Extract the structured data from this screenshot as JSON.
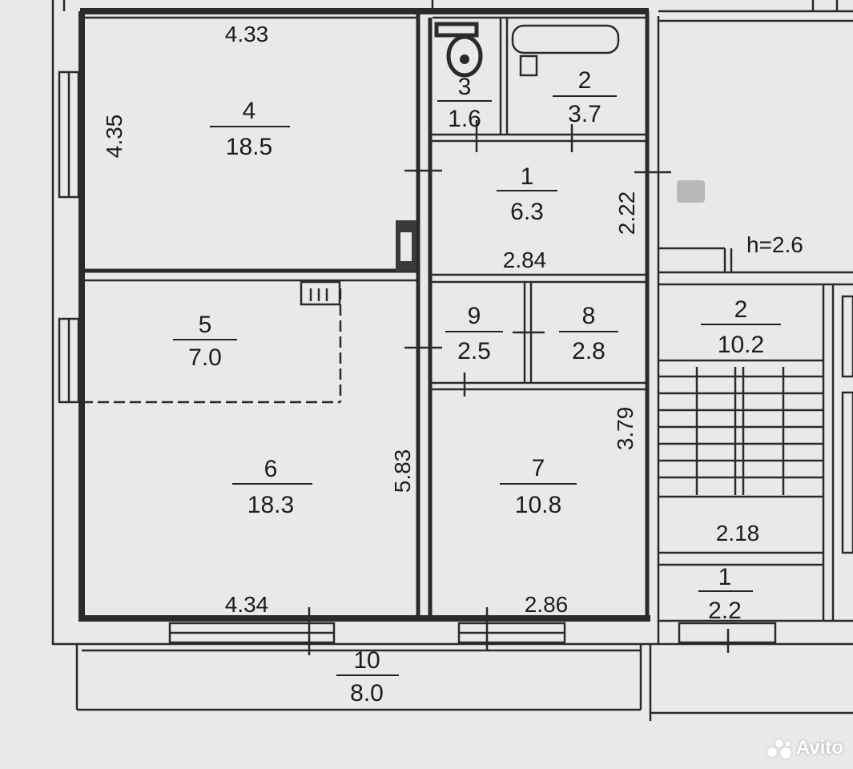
{
  "rooms": [
    {
      "id": "1",
      "number": "1",
      "area": "6.3"
    },
    {
      "id": "2",
      "number": "2",
      "area": "3.7"
    },
    {
      "id": "3",
      "number": "3",
      "area": "1.6"
    },
    {
      "id": "4",
      "number": "4",
      "area": "18.5"
    },
    {
      "id": "5",
      "number": "5",
      "area": "7.0"
    },
    {
      "id": "6",
      "number": "6",
      "area": "18.3"
    },
    {
      "id": "7",
      "number": "7",
      "area": "10.8"
    },
    {
      "id": "8",
      "number": "8",
      "area": "2.8"
    },
    {
      "id": "9",
      "number": "9",
      "area": "2.5"
    },
    {
      "id": "10",
      "number": "10",
      "area": "8.0"
    },
    {
      "id": "stair",
      "number": "2",
      "area": "10.2"
    },
    {
      "id": "vest",
      "number": "1",
      "area": "2.2"
    }
  ],
  "dimensions": {
    "room4_width": "4.33",
    "room4_height": "4.35",
    "room1_height": "2.22",
    "room1_width": "2.84",
    "room6_height": "5.83",
    "room6_width": "4.34",
    "room7_height": "3.79",
    "room7_width": "2.86",
    "stair_width": "2.18",
    "ceiling_height": "h=2.6"
  },
  "watermark": {
    "text": "Avito"
  }
}
